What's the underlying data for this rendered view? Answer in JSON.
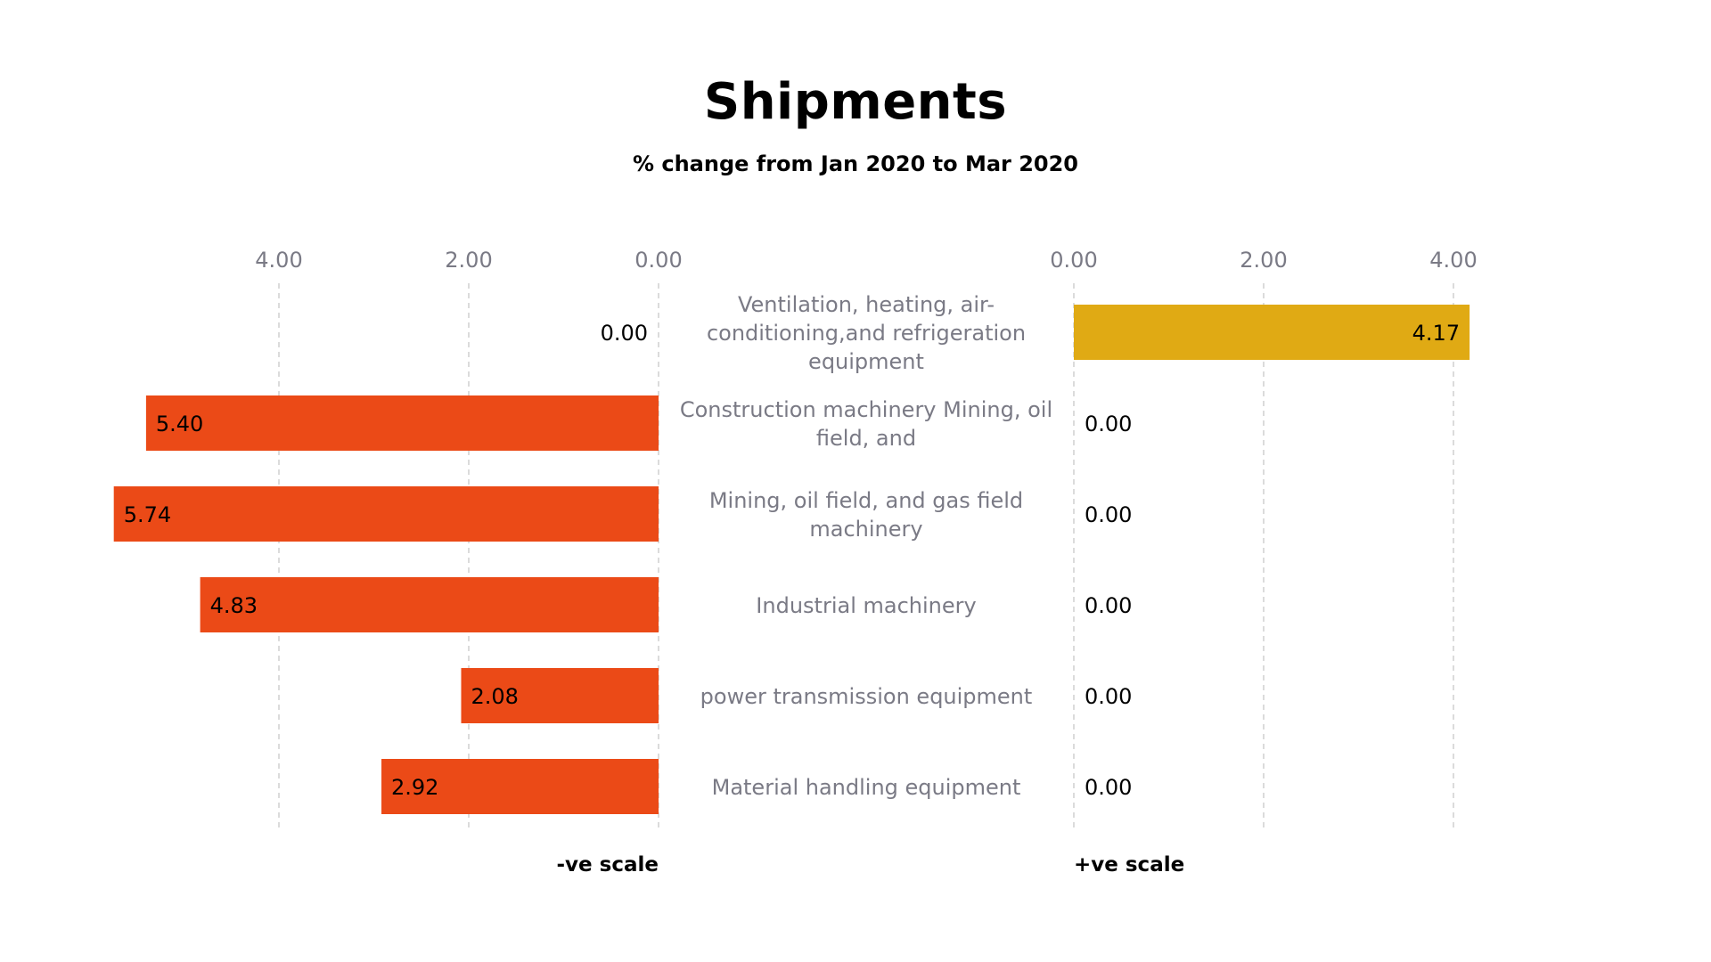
{
  "chart_data": {
    "type": "bar",
    "title": "Shipments",
    "subtitle": "% change from Jan 2020 to Mar 2020",
    "categories": [
      "Ventilation, heating, air-conditioning,and refrigeration equipment",
      "Construction machinery Mining, oil field, and",
      "Mining, oil field, and gas field machinery",
      "Industrial machinery",
      "power transmission equipment",
      "Material handling equipment"
    ],
    "category_lines": [
      [
        "Ventilation, heating, air-",
        "conditioning,and refrigeration",
        "equipment"
      ],
      [
        "Construction machinery Mining, oil",
        "field, and"
      ],
      [
        "Mining, oil field, and gas field",
        "machinery"
      ],
      [
        "Industrial machinery"
      ],
      [
        "power transmission equipment"
      ],
      [
        "Material handling equipment"
      ]
    ],
    "series": [
      {
        "name": "-ve scale",
        "values": [
          0.0,
          5.4,
          5.74,
          4.83,
          2.08,
          2.92
        ],
        "labels": [
          "0.00",
          "5.40",
          "5.74",
          "4.83",
          "2.08",
          "2.92"
        ],
        "color": "#EB4A17"
      },
      {
        "name": "+ve scale",
        "values": [
          4.17,
          0.0,
          0.0,
          0.0,
          0.0,
          0.0
        ],
        "labels": [
          "4.17",
          "0.00",
          "0.00",
          "0.00",
          "0.00",
          "0.00"
        ],
        "color": "#E0AA14"
      }
    ],
    "left_axis": {
      "direction": "reversed",
      "ticks": [
        0,
        2,
        4
      ],
      "tick_labels": [
        "0.00",
        "2.00",
        "4.00"
      ],
      "range": [
        0,
        6
      ]
    },
    "right_axis": {
      "ticks": [
        0,
        2,
        4
      ],
      "tick_labels": [
        "0.00",
        "2.00",
        "4.00"
      ],
      "range": [
        0,
        4.5
      ]
    },
    "grid": true,
    "colors": {
      "tick_text": "#7a7a85",
      "category_text": "#7a7a85",
      "grid": "#c8c8c8",
      "value_text": "#000000"
    }
  }
}
